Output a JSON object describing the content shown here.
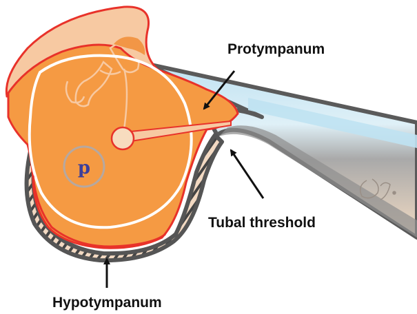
{
  "labels": {
    "protympanum": "Protympanum",
    "tubal_threshold": "Tubal threshold",
    "hypotympanum": "Hypotympanum",
    "p_marker": "p"
  },
  "colors": {
    "cavity_orange": "#f59a43",
    "attic_peach": "#f7c9a2",
    "outline_red": "#e8322a",
    "bone_gray": "#5a5a5a",
    "tube_blue": "#bfe2f2",
    "tube_beige": "#f3dcc4",
    "ring_white": "#ffffff",
    "p_circle": "#b6a8a0",
    "p_text": "#3d3f9a"
  },
  "icons": {
    "arrows": "black-arrow"
  }
}
